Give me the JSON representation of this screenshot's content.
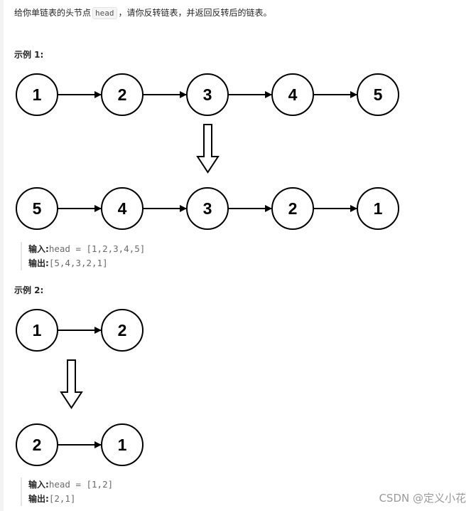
{
  "intro": {
    "before": "给你单链表的头节点",
    "code": "head",
    "after": "，请你反转链表，并返回反转后的链表。"
  },
  "example1": {
    "heading": "示例 1:",
    "before_list": [
      "1",
      "2",
      "3",
      "4",
      "5"
    ],
    "after_list": [
      "5",
      "4",
      "3",
      "2",
      "1"
    ],
    "input_label": "输入:",
    "input_value": "head = [1,2,3,4,5]",
    "output_label": "输出:",
    "output_value": "[5,4,3,2,1]"
  },
  "example2": {
    "heading": "示例 2:",
    "before_list": [
      "1",
      "2"
    ],
    "after_list": [
      "2",
      "1"
    ],
    "input_label": "输入:",
    "input_value": "head = [1,2]",
    "output_label": "输出:",
    "output_value": "[2,1]"
  },
  "watermark": "CSDN @定义小花"
}
